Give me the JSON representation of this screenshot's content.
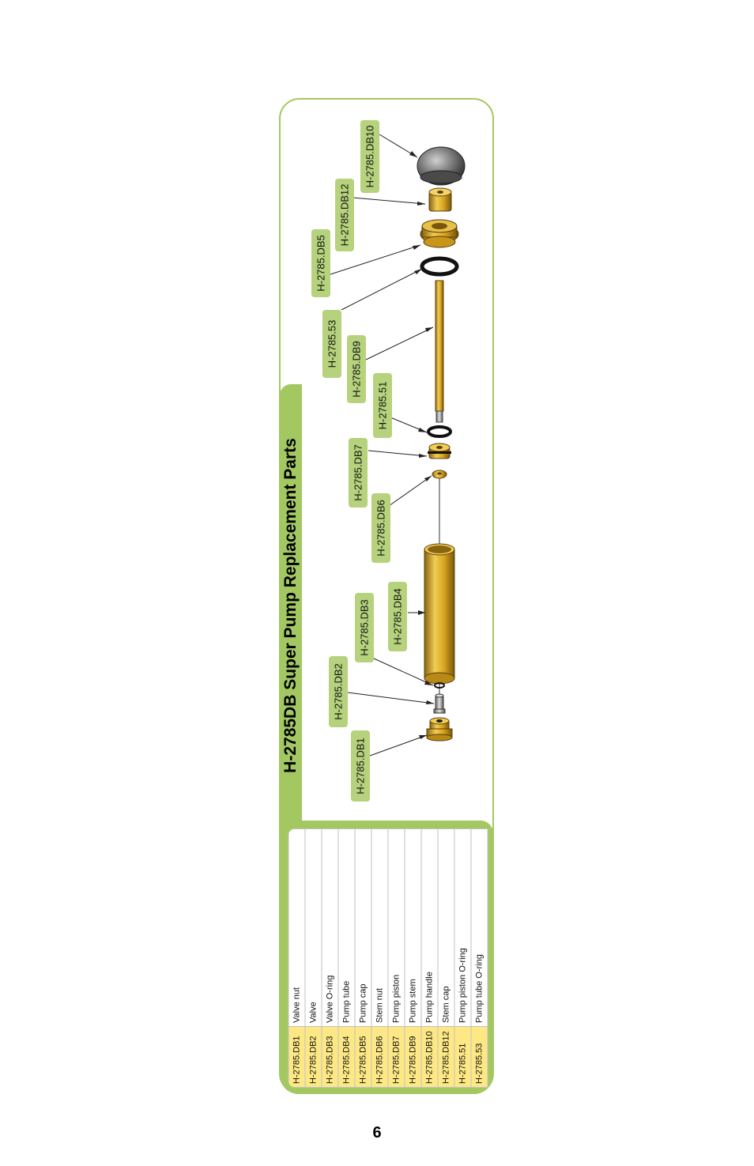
{
  "title": "H-2785DB Super Pump Replacement Parts",
  "page_number": "6",
  "parts": [
    {
      "code": "H-2785.DB1",
      "description": "Valve nut"
    },
    {
      "code": "H-2785.DB2",
      "description": "Valve"
    },
    {
      "code": "H-2785.DB3",
      "description": "Valve O-ring"
    },
    {
      "code": "H-2785.DB4",
      "description": "Pump tube"
    },
    {
      "code": "H-2785.DB5",
      "description": "Pump cap"
    },
    {
      "code": "H-2785.DB6",
      "description": "Stem nut"
    },
    {
      "code": "H-2785.DB7",
      "description": "Pump piston"
    },
    {
      "code": "H-2785.DB9",
      "description": "Pump stem"
    },
    {
      "code": "H-2785.DB10",
      "description": "Pump handle"
    },
    {
      "code": "H-2785.DB12",
      "description": "Stem cap"
    },
    {
      "code": "H-2785.51",
      "description": "Pump piston O-ring"
    },
    {
      "code": "H-2785.53",
      "description": "Pump tube O-ring"
    }
  ],
  "callouts": [
    {
      "code": "H-2785.DB10"
    },
    {
      "code": "H-2785.DB12"
    },
    {
      "code": "H-2785.DB5"
    },
    {
      "code": "H-2785.53"
    },
    {
      "code": "H-2785.DB9"
    },
    {
      "code": "H-2785.51"
    },
    {
      "code": "H-2785.DB7"
    },
    {
      "code": "H-2785.DB6"
    },
    {
      "code": "H-2785.DB4"
    },
    {
      "code": "H-2785.DB3"
    },
    {
      "code": "H-2785.DB2"
    },
    {
      "code": "H-2785.DB1"
    }
  ],
  "colors": {
    "accent_green": "#a3c862",
    "label_green": "#b6d27d",
    "code_yellow": "#fde885",
    "brass": "#d9a521",
    "handle_gray": "#777777"
  }
}
